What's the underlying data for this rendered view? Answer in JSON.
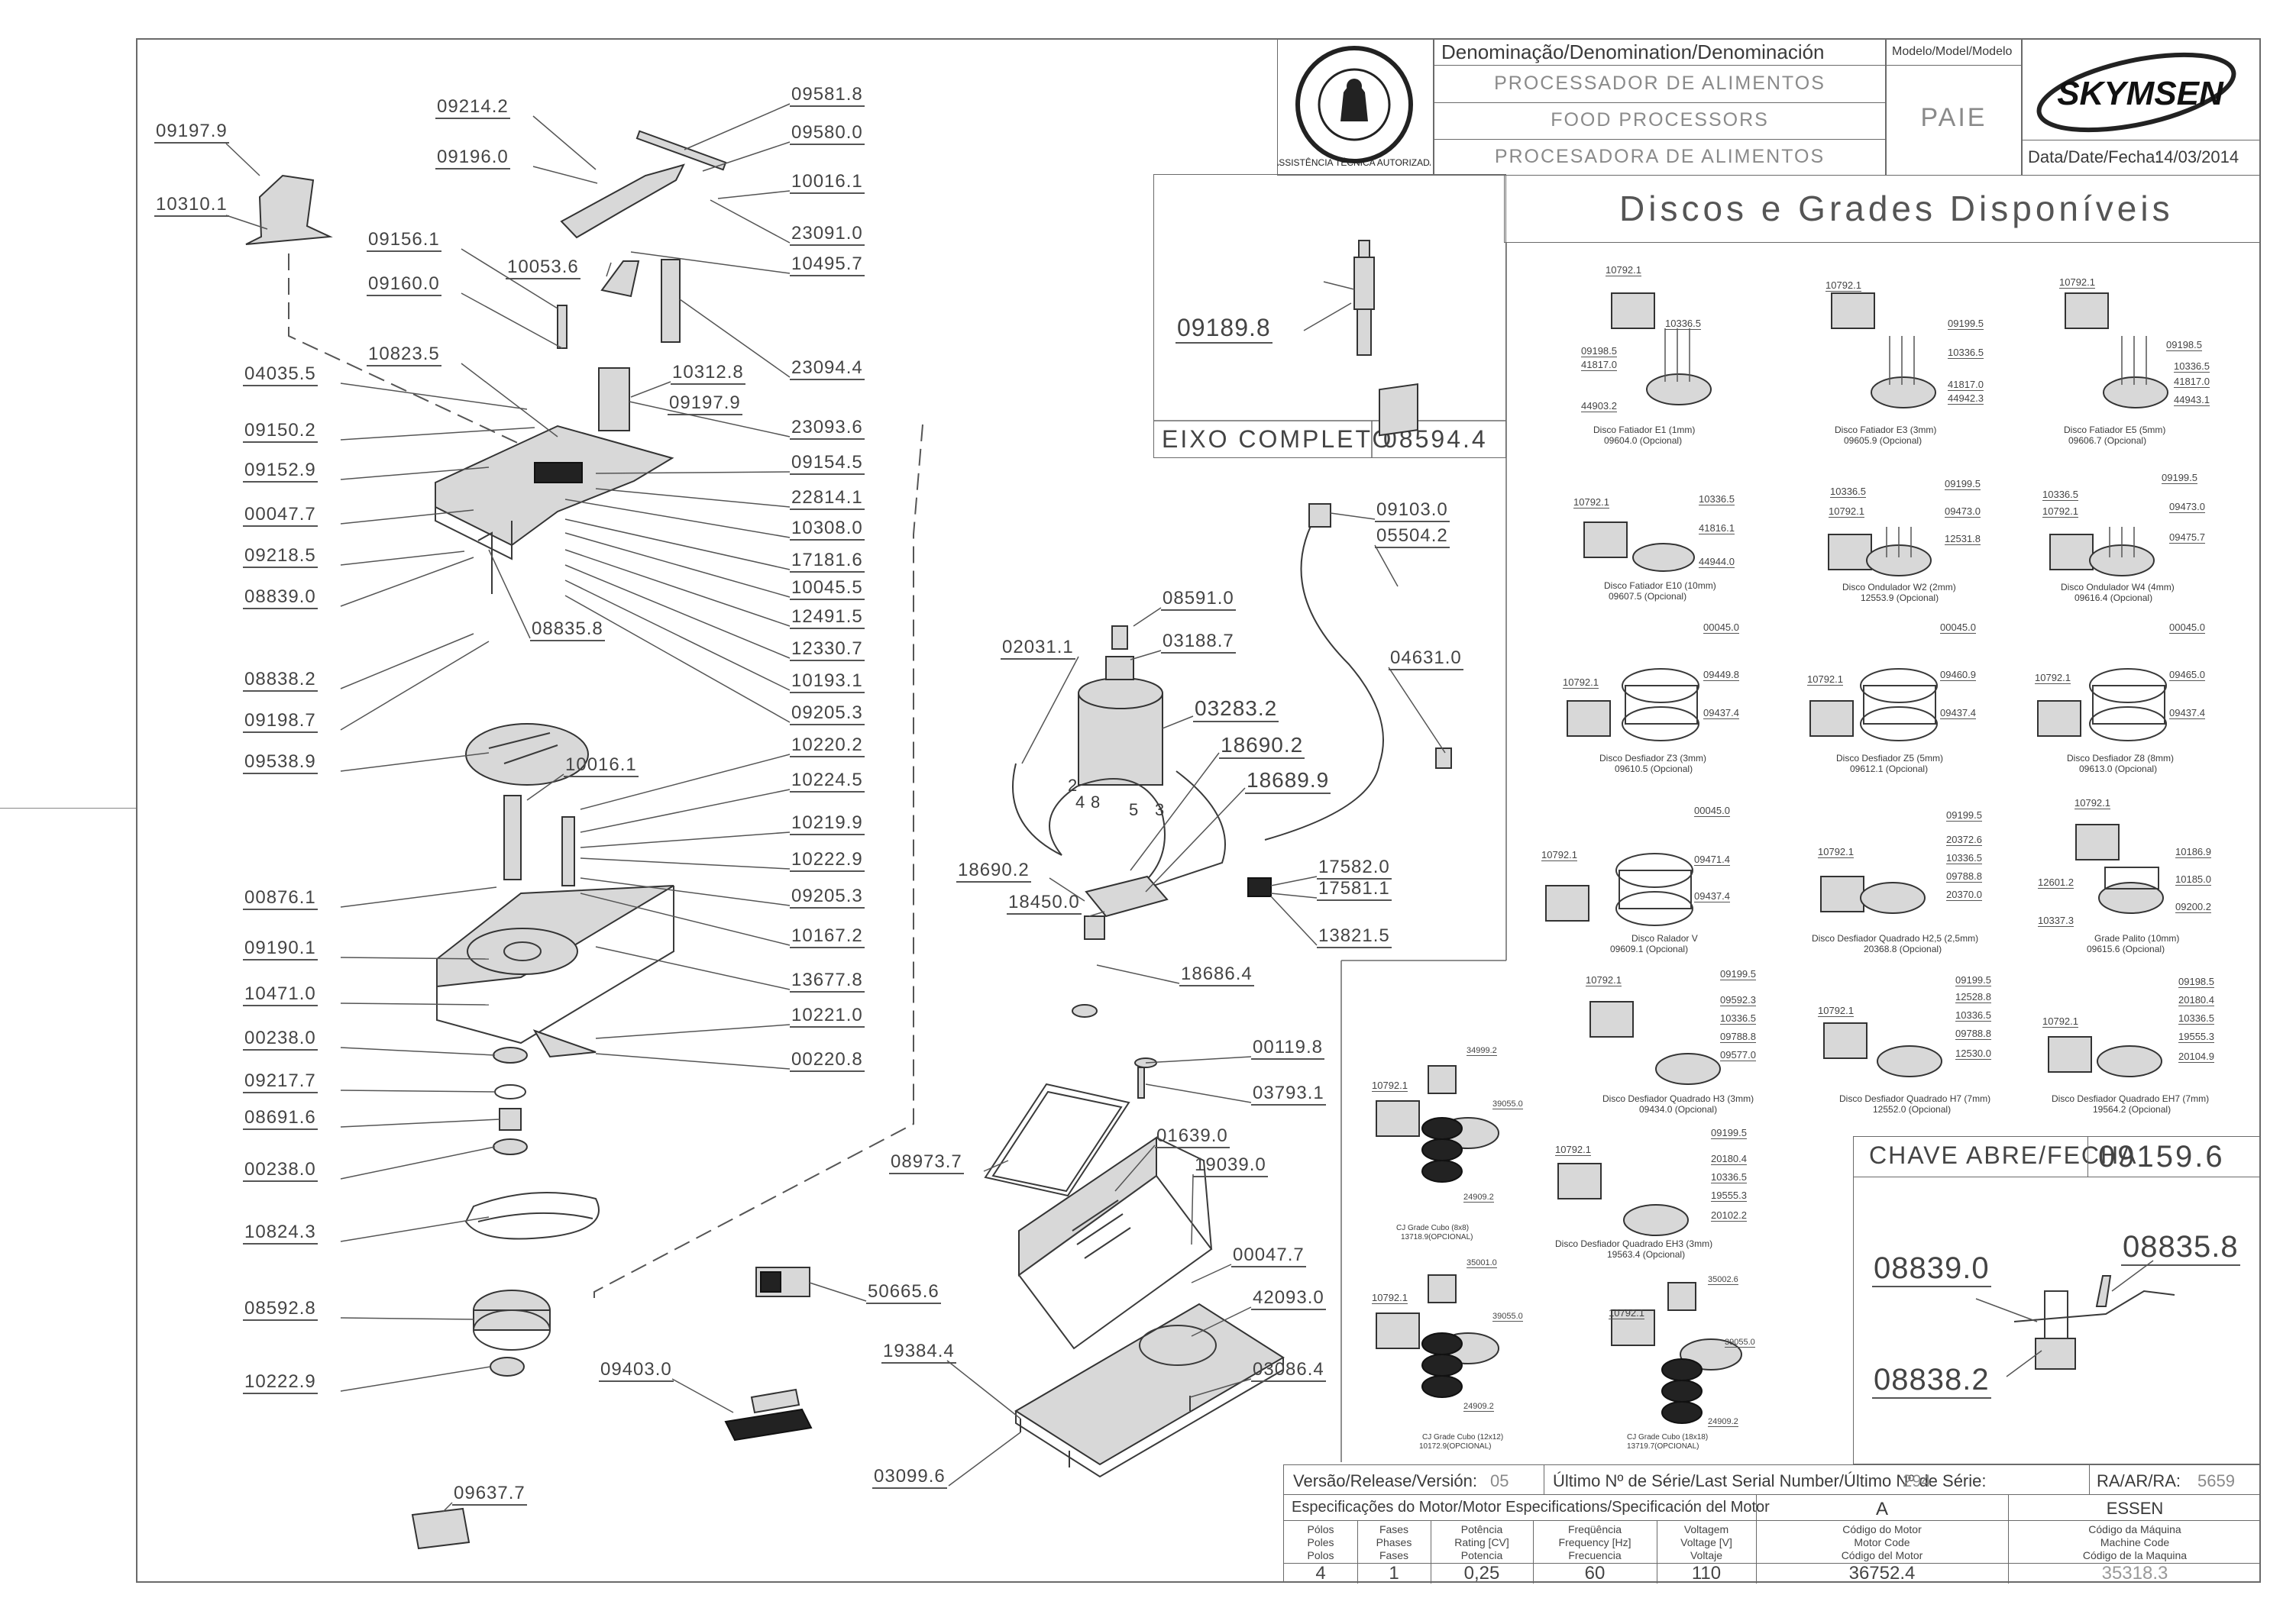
{
  "title_block": {
    "denomination_header": "Denominação/Denomination/Denominación",
    "names": [
      "PROCESSADOR DE ALIMENTOS",
      "FOOD PROCESSORS",
      "PROCESADORA DE ALIMENTOS"
    ],
    "model_header": "Modelo/Model/Modelo",
    "model": "PAIE",
    "brand": "SKYMSEN",
    "date_label": "Data/Date/Fecha:",
    "date": "14/03/2014",
    "seal_text": "ASSISTÊNCIA TÉCNICA AUTORIZADA"
  },
  "section_titles": {
    "discs": "Discos e Grades Disponíveis",
    "shaft_label": "EIXO COMPLETO",
    "shaft_code": "08594.4",
    "shaft_part": "09189.8",
    "switch_label": "CHAVE ABRE/FECHA",
    "switch_code": "09159.6",
    "switch_parts": [
      "08839.0",
      "08835.8",
      "08838.2"
    ]
  },
  "labels": {
    "left_col": [
      "09197.9",
      "10310.1",
      "04035.5",
      "09150.2",
      "09152.9",
      "00047.7",
      "09218.5",
      "08839.0",
      "08838.2",
      "09198.7",
      "09538.9",
      "00876.1",
      "09190.1",
      "10471.0",
      "00238.0",
      "09217.7",
      "08691.6",
      "00238.0",
      "10824.3",
      "08592.8",
      "10222.9"
    ],
    "upper_mid": [
      "09214.2",
      "09196.0",
      "09156.1",
      "09160.0",
      "10053.6",
      "10823.5",
      "08835.8",
      "10016.1",
      "10312.8",
      "09197.9"
    ],
    "right_col": [
      "09581.8",
      "09580.0",
      "10016.1",
      "23091.0",
      "10495.7",
      "23094.4",
      "23093.6",
      "09154.5",
      "22814.1",
      "10308.0",
      "17181.6",
      "10045.5",
      "12491.5",
      "12330.7",
      "10193.1",
      "09205.3",
      "10220.2",
      "10224.5",
      "10219.9",
      "10222.9",
      "09205.3",
      "10167.2",
      "13677.8",
      "10221.0",
      "00220.8"
    ],
    "motor": [
      "08591.0",
      "03188.7",
      "02031.1",
      "03283.2",
      "18690.2",
      "18689.9",
      "18690.2",
      "18450.0",
      "17582.0",
      "17581.1",
      "13821.5",
      "18686.4",
      "00119.8",
      "03793.1",
      "09103.0",
      "05504.2",
      "04631.0"
    ],
    "motor_wire_numbers": [
      "2",
      "4",
      "8",
      "5",
      "3"
    ],
    "cabinet": [
      "08973.7",
      "01639.0",
      "19039.0",
      "00047.7",
      "42093.0",
      "50665.6",
      "19384.4",
      "03086.4",
      "03099.6",
      "09403.0",
      "09637.7"
    ]
  },
  "discs": [
    {
      "title": "Disco Fatiador E1 (1mm)",
      "code": "09604.0 (Opcional)",
      "parts": [
        "10792.1",
        "10336.5",
        "09198.5",
        "41817.0",
        "44903.2"
      ]
    },
    {
      "title": "Disco Fatiador E3 (3mm)",
      "code": "09605.9 (Opcional)",
      "parts": [
        "10792.1",
        "09199.5",
        "10336.5",
        "41817.0",
        "44942.3"
      ]
    },
    {
      "title": "Disco Fatiador E5 (5mm)",
      "code": "09606.7 (Opcional)",
      "parts": [
        "10792.1",
        "09198.5",
        "10336.5",
        "41817.0",
        "44943.1"
      ]
    },
    {
      "title": "Disco Fatiador E10 (10mm)",
      "code": "09607.5 (Opcional)",
      "parts": [
        "10792.1",
        "10336.5",
        "41816.1",
        "44944.0"
      ]
    },
    {
      "title": "Disco Ondulador W2 (2mm)",
      "code": "12553.9 (Opcional)",
      "parts": [
        "10336.5",
        "09199.5",
        "10792.1",
        "09473.0",
        "12531.8"
      ]
    },
    {
      "title": "Disco Ondulador W4 (4mm)",
      "code": "09616.4 (Opcional)",
      "parts": [
        "10336.5",
        "09199.5",
        "10792.1",
        "09473.0",
        "09475.7"
      ]
    },
    {
      "title": "Disco Desfiador Z3 (3mm)",
      "code": "09610.5 (Opcional)",
      "parts": [
        "00045.0",
        "10792.1",
        "09449.8",
        "09437.4"
      ]
    },
    {
      "title": "Disco Desfiador Z5 (5mm)",
      "code": "09612.1 (Opcional)",
      "parts": [
        "00045.0",
        "10792.1",
        "09460.9",
        "09437.4"
      ]
    },
    {
      "title": "Disco Desfiador Z8 (8mm)",
      "code": "09613.0 (Opcional)",
      "parts": [
        "00045.0",
        "10792.1",
        "09465.0",
        "09437.4"
      ]
    },
    {
      "title": "Disco Ralador V",
      "code": "09609.1 (Opcional)",
      "parts": [
        "00045.0",
        "10792.1",
        "09471.4",
        "09437.4"
      ]
    },
    {
      "title": "Disco Desfiador Quadrado H2,5 (2,5mm)",
      "code": "20368.8 (Opcional)",
      "parts": [
        "10792.1",
        "09199.5",
        "20372.6",
        "10336.5",
        "09788.8",
        "20370.0"
      ]
    },
    {
      "title": "Grade Palito (10mm)",
      "code": "09615.6 (Opcional)",
      "parts": [
        "10792.1",
        "10186.9",
        "12601.2",
        "10185.0",
        "10337.3",
        "09200.2"
      ]
    },
    {
      "title": "Disco Desfiador Quadrado H3 (3mm)",
      "code": "09434.0 (Opcional)",
      "parts": [
        "10792.1",
        "09199.5",
        "09592.3",
        "10336.5",
        "09788.8",
        "09577.0"
      ]
    },
    {
      "title": "Disco Desfiador Quadrado H7 (7mm)",
      "code": "12552.0 (Opcional)",
      "parts": [
        "10792.1",
        "09199.5",
        "12528.8",
        "10336.5",
        "09788.8",
        "12530.0"
      ]
    },
    {
      "title": "Disco Desfiador Quadrado EH7 (7mm)",
      "code": "19564.2 (Opcional)",
      "parts": [
        "10792.1",
        "09198.5",
        "20180.4",
        "10336.5",
        "19555.3",
        "20104.9"
      ]
    },
    {
      "title": "Disco Desfiador Quadrado EH3 (3mm)",
      "code": "19563.4 (Opcional)",
      "parts": [
        "10792.1",
        "09199.5",
        "20180.4",
        "10336.5",
        "19555.3",
        "20102.2"
      ]
    }
  ],
  "cube_grids": [
    {
      "title": "CJ Grade Cubo (8x8)",
      "code": "13718.9(OPCIONAL)",
      "parts": [
        "34999.2",
        "10792.1",
        "39055.0",
        "24909.2"
      ]
    },
    {
      "title": "CJ Grade Cubo (12x12)",
      "code": "10172.9(OPCIONAL)",
      "parts": [
        "35001.0",
        "10792.1",
        "39055.0",
        "24909.2"
      ]
    },
    {
      "title": "CJ Grade Cubo (18x18)",
      "code": "13719.7(OPCIONAL)",
      "parts": [
        "35002.6",
        "10792.1",
        "39055.0",
        "24909.2"
      ]
    }
  ],
  "footer": {
    "version_label": "Versão/Release/Versión:",
    "version": "05",
    "serial_label": "Último Nº de Série/Last Serial Number/Último Nº de Série:",
    "serial": "294",
    "ra_label": "RA/AR/RA:",
    "ra": "5659",
    "motor_spec_label": "Especificações do Motor/Motor Especifications/Specificación del Motor",
    "col_a": "A",
    "col_essen": "ESSEN",
    "headers": [
      "Pólos\nPoles\nPolos",
      "Fases\nPhases\nFases",
      "Potência\nRating [CV]\nPotencia",
      "Freqüência\nFrequency [Hz]\nFrecuencia",
      "Voltagem\nVoltage [V]\nVoltaje",
      "Código do Motor\nMotor Code\nCódigo del Motor",
      "Código da Máquina\nMachine Code\nCódigo de la Maquina"
    ],
    "values": [
      "4",
      "1",
      "0,25",
      "60",
      "110",
      "36752.4",
      "35318.3"
    ]
  }
}
